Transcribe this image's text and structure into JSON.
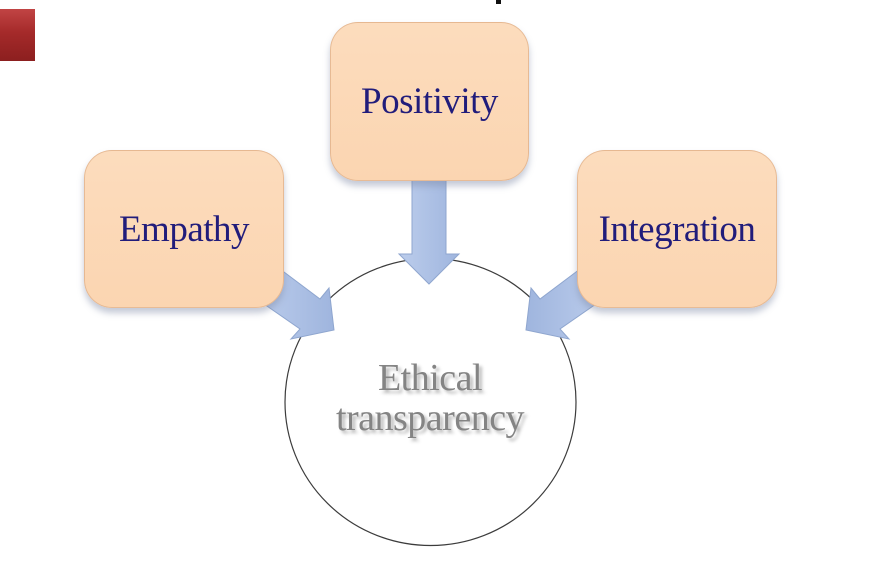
{
  "diagram": {
    "type": "converging-radial",
    "nodes": [
      {
        "id": "empathy",
        "label": "Empathy"
      },
      {
        "id": "positivity",
        "label": "Positivity"
      },
      {
        "id": "integration",
        "label": "Integration"
      }
    ],
    "center": {
      "line1": "Ethical",
      "line2": "transparency",
      "full_label": "Ethical transparency"
    },
    "arrows": [
      {
        "from": "empathy",
        "to": "center"
      },
      {
        "from": "positivity",
        "to": "center"
      },
      {
        "from": "integration",
        "to": "center"
      }
    ]
  },
  "artifacts": {
    "left_edge_marker": "red-block-artifact",
    "top_edge_marker": "cropped-letter-descender"
  },
  "colors": {
    "node_fill": "#fbd5b1",
    "node_fill_top": "#fcdcbd",
    "node_text": "#211c7b",
    "arrow_fill_light": "#bccdec",
    "arrow_fill_dark": "#9fb5de",
    "arrow_border": "#8fa6cf",
    "circle_stroke": "#3c3c3c",
    "center_text": "#848484",
    "red_marker": "#a52a2a"
  }
}
